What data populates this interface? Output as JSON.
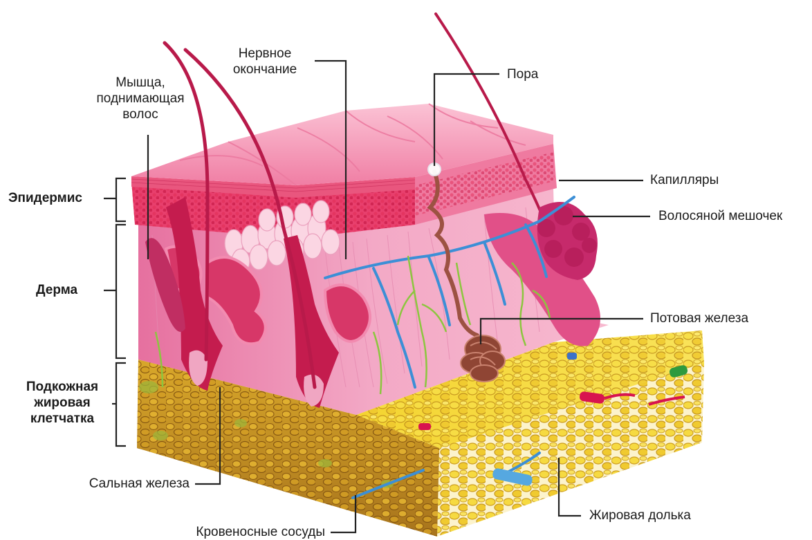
{
  "labels": {
    "muscle": "Мышца,\nподнимающая\nволос",
    "nerve": "Нервное\nокончание",
    "pore": "Пора",
    "capillaries": "Капилляры",
    "follicle": "Волосяной мешочек",
    "sweat_gland": "Потовая железа",
    "fat_lobule": "Жировая долька",
    "vessels": "Кровеносные сосуды",
    "sebaceous": "Сальная железа",
    "epidermis": "Эпидермис",
    "dermis": "Дерма",
    "subcutis": "Подкожная\nжировая\nклетчатка"
  },
  "colors": {
    "epidermis_top": "#f49ab8",
    "epidermis_layer": "#e8356a",
    "dermis": "#f2a6c4",
    "dermis_dark": "#d2407c",
    "fat": "#f1cf2c",
    "fat_dark": "#c8941a",
    "fat_side": "#e0b11f",
    "vein": "#3c8fd6",
    "nerve": "#8cc63f",
    "artery": "#d8134f",
    "hair": "#b81a4a",
    "sweat_duct": "#9c5242",
    "leader": "#222222"
  }
}
